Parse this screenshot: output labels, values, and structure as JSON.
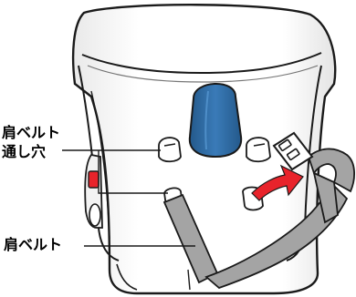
{
  "labels": {
    "shoulder_belt_hole_line1": "肩ベルト",
    "shoulder_belt_hole_line2": "通し穴",
    "shoulder_belt": "肩ベルト"
  },
  "colors": {
    "headrest_blue": "#2f6fa8",
    "arrow_red": "#e8232b",
    "belt_gray": "#a4a4a4",
    "outline": "#1a1a1a"
  }
}
